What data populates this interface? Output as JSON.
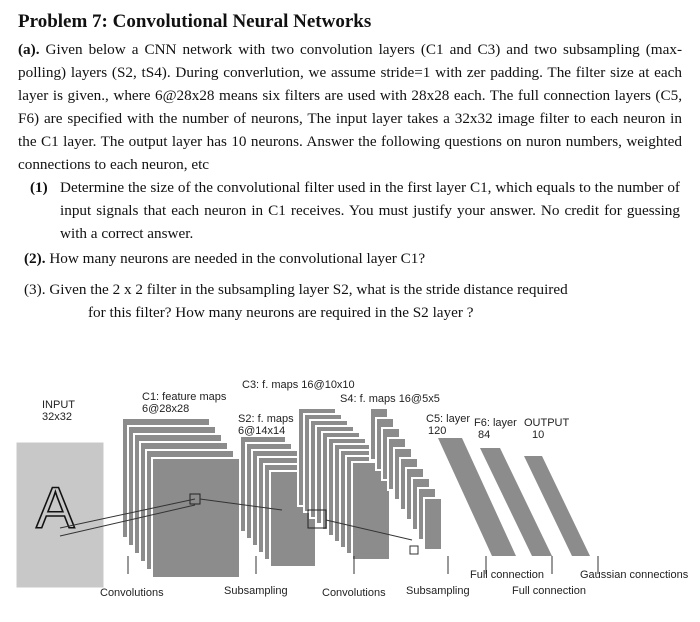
{
  "problem": {
    "title": "Problem 7: Convolutional Neural Networks",
    "part_a_label": "(a).",
    "part_a_text": "Given below a CNN network with two convolution layers (C1 and C3) and two subsampling (max-polling) layers (S2, tS4). During converlution, we assume stride=1 with zer padding. The filter size at each layer is given., where 6@28x28 means six filters are used with 28x28 each. The full connection layers (C5, F6) are specified with the number of neurons, The input layer takes a 32x32 image filter to each neuron in the C1 layer. The output layer has 10 neurons.  Answer the following questions on nuron numbers, weighted connections to each neuron, etc",
    "q1_label": "(1)",
    "q1_text": "Determine the size of the convolutional filter used in the first layer C1, which equals to the number of input signals that each neuron in C1 receives. You must justify your answer.  No credit for guessing with a correct answer.",
    "q2_label": "(2).",
    "q2_text": "How many neurons are needed in the convolutional layer C1?",
    "q3_label": "(3).",
    "q3_line1": "Given the 2 x 2 filter in the subsampling layer S2, what is the stride distance required",
    "q3_line2": "for this filter? How many neurons are required in the S2 layer ?"
  },
  "diagram": {
    "input_title": "INPUT",
    "input_size": "32x32",
    "input_glyph": "A",
    "c1_title": "C1: feature maps",
    "c1_size": "6@28x28",
    "s2_title": "S2: f. maps",
    "s2_size": "6@14x14",
    "c3_title": "C3: f. maps 16@10x10",
    "s4_title": "S4: f. maps 16@5x5",
    "c5_title": "C5: layer",
    "c5_size": "120",
    "f6_title": "F6: layer",
    "f6_size": "84",
    "output_title": "OUTPUT",
    "output_size": "10",
    "bottom_convolutions_1": "Convolutions",
    "bottom_subsampling_1": "Subsampling",
    "bottom_convolutions_2": "Convolutions",
    "bottom_subsampling_2": "Subsampling",
    "bottom_full_connection_1": "Full connection",
    "bottom_full_connection_2": "Full connection",
    "bottom_gaussian": "Gaussian connections",
    "colors": {
      "input_plane": "#c8c8c8",
      "feature_plane": "#8c8c8c",
      "plane_edge": "#ffffff",
      "dark": "#333333"
    }
  }
}
